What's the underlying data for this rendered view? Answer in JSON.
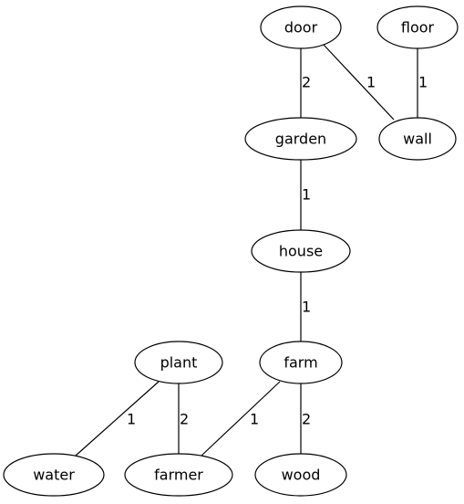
{
  "nodes": [
    {
      "id": "door",
      "label": "door"
    },
    {
      "id": "floor",
      "label": "floor"
    },
    {
      "id": "garden",
      "label": "garden"
    },
    {
      "id": "wall",
      "label": "wall"
    },
    {
      "id": "house",
      "label": "house"
    },
    {
      "id": "plant",
      "label": "plant"
    },
    {
      "id": "farm",
      "label": "farm"
    },
    {
      "id": "water",
      "label": "water"
    },
    {
      "id": "farmer",
      "label": "farmer"
    },
    {
      "id": "wood",
      "label": "wood"
    }
  ],
  "edges": [
    {
      "from": "door",
      "to": "garden",
      "label": "2"
    },
    {
      "from": "door",
      "to": "wall",
      "label": "1"
    },
    {
      "from": "floor",
      "to": "wall",
      "label": "1"
    },
    {
      "from": "garden",
      "to": "house",
      "label": "1"
    },
    {
      "from": "house",
      "to": "farm",
      "label": "1"
    },
    {
      "from": "plant",
      "to": "water",
      "label": "1"
    },
    {
      "from": "plant",
      "to": "farmer",
      "label": "2"
    },
    {
      "from": "farm",
      "to": "farmer",
      "label": "1"
    },
    {
      "from": "farm",
      "to": "wood",
      "label": "2"
    }
  ],
  "colors": {
    "stroke": "#000000",
    "fill": "#ffffff",
    "background": "#ffffff"
  }
}
